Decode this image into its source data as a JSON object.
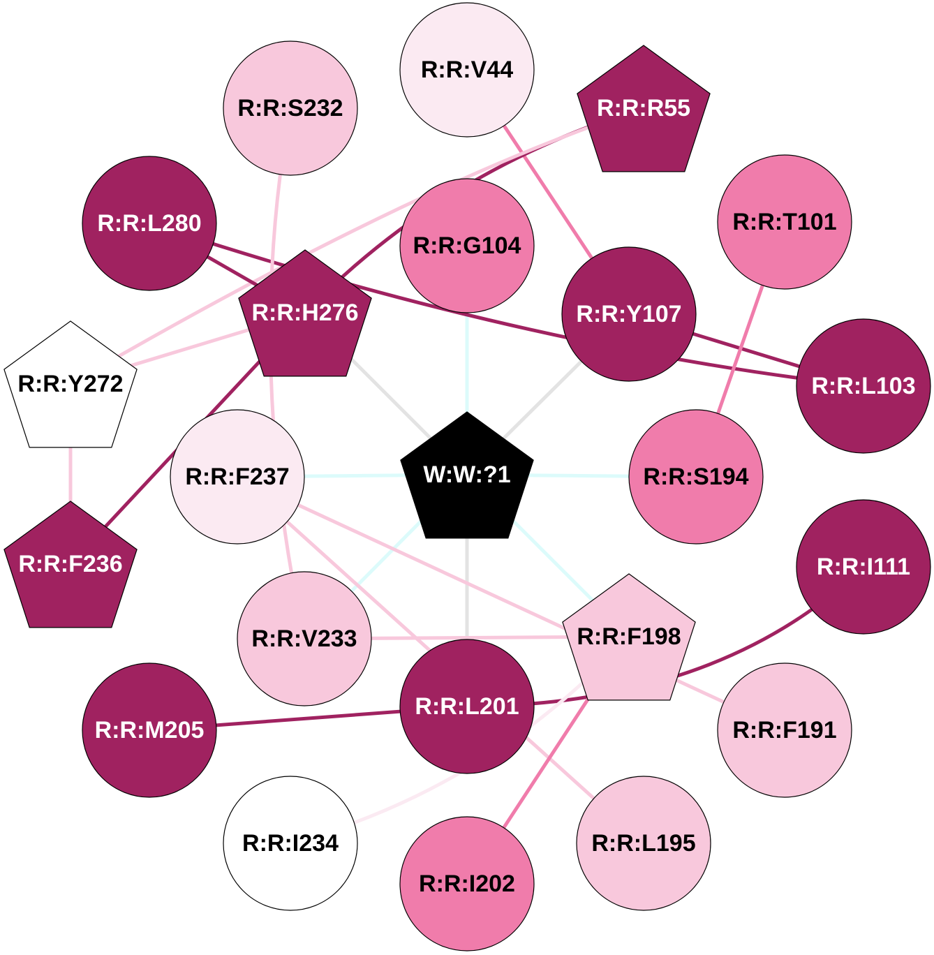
{
  "colors": {
    "dark": "#a02260",
    "medium": "#f07cab",
    "light": "#f8c8dc",
    "pale": "#fbeaf2",
    "white": "#ffffff",
    "black": "#000000",
    "gray": "#e3e3e3",
    "cyan": "#dcfbfb"
  },
  "nodes": [
    {
      "id": "W:W:?1",
      "shape": "pentagon",
      "fill": "black",
      "text": "white"
    },
    {
      "id": "R:R:V44",
      "shape": "circle",
      "fill": "pale",
      "text": "black"
    },
    {
      "id": "R:R:R55",
      "shape": "pentagon",
      "fill": "dark",
      "text": "white"
    },
    {
      "id": "R:R:S232",
      "shape": "circle",
      "fill": "light",
      "text": "black"
    },
    {
      "id": "R:R:L280",
      "shape": "circle",
      "fill": "dark",
      "text": "white"
    },
    {
      "id": "R:R:G104",
      "shape": "circle",
      "fill": "medium",
      "text": "black"
    },
    {
      "id": "R:R:T101",
      "shape": "circle",
      "fill": "medium",
      "text": "black"
    },
    {
      "id": "R:R:H276",
      "shape": "pentagon",
      "fill": "dark",
      "text": "white"
    },
    {
      "id": "R:R:Y107",
      "shape": "circle",
      "fill": "dark",
      "text": "white"
    },
    {
      "id": "R:R:Y272",
      "shape": "pentagon",
      "fill": "white",
      "text": "black"
    },
    {
      "id": "R:R:L103",
      "shape": "circle",
      "fill": "dark",
      "text": "white"
    },
    {
      "id": "R:R:F237",
      "shape": "circle",
      "fill": "pale",
      "text": "black"
    },
    {
      "id": "R:R:S194",
      "shape": "circle",
      "fill": "medium",
      "text": "black"
    },
    {
      "id": "R:R:F236",
      "shape": "pentagon",
      "fill": "dark",
      "text": "white"
    },
    {
      "id": "R:R:I111",
      "shape": "circle",
      "fill": "dark",
      "text": "white"
    },
    {
      "id": "R:R:V233",
      "shape": "circle",
      "fill": "light",
      "text": "black"
    },
    {
      "id": "R:R:F198",
      "shape": "pentagon",
      "fill": "light",
      "text": "black"
    },
    {
      "id": "R:R:L201",
      "shape": "circle",
      "fill": "dark",
      "text": "white"
    },
    {
      "id": "R:R:M205",
      "shape": "circle",
      "fill": "dark",
      "text": "white"
    },
    {
      "id": "R:R:F191",
      "shape": "circle",
      "fill": "light",
      "text": "black"
    },
    {
      "id": "R:R:I234",
      "shape": "circle",
      "fill": "white",
      "text": "black"
    },
    {
      "id": "R:R:L195",
      "shape": "circle",
      "fill": "light",
      "text": "black"
    },
    {
      "id": "R:R:I202",
      "shape": "circle",
      "fill": "medium",
      "text": "black"
    }
  ],
  "edges": [
    [
      "W:W:?1",
      "R:R:H276",
      "gray"
    ],
    [
      "W:W:?1",
      "R:R:Y107",
      "gray"
    ],
    [
      "W:W:?1",
      "R:R:L201",
      "gray"
    ],
    [
      "W:W:?1",
      "R:R:G104",
      "cyan"
    ],
    [
      "W:W:?1",
      "R:R:F237",
      "cyan"
    ],
    [
      "W:W:?1",
      "R:R:S194",
      "cyan"
    ],
    [
      "W:W:?1",
      "R:R:V233",
      "cyan"
    ],
    [
      "W:W:?1",
      "R:R:F198",
      "cyan"
    ],
    [
      "R:R:V44",
      "R:R:Y107",
      "medium"
    ],
    [
      "R:R:R55",
      "R:R:H276",
      "dark"
    ],
    [
      "R:R:R55",
      "R:R:Y272",
      "light"
    ],
    [
      "R:R:L280",
      "R:R:L103",
      "dark"
    ],
    [
      "R:R:L280",
      "R:R:H276",
      "dark"
    ],
    [
      "R:R:Y272",
      "R:R:H276",
      "light"
    ],
    [
      "R:R:Y272",
      "R:R:F236",
      "light"
    ],
    [
      "R:R:H276",
      "R:R:F236",
      "dark"
    ],
    [
      "R:R:S232",
      "R:R:V233",
      "light"
    ],
    [
      "R:R:Y107",
      "R:R:L103",
      "dark"
    ],
    [
      "R:R:T101",
      "R:R:S194",
      "medium"
    ],
    [
      "R:R:F237",
      "R:R:F191",
      "light"
    ],
    [
      "R:R:F237",
      "R:R:L195",
      "light"
    ],
    [
      "R:R:V233",
      "R:R:F198",
      "light"
    ],
    [
      "R:R:M205",
      "R:R:L201",
      "dark"
    ],
    [
      "R:R:L201",
      "R:R:I111",
      "dark"
    ],
    [
      "R:R:F198",
      "R:R:I202",
      "medium"
    ],
    [
      "R:R:I234",
      "R:R:F198",
      "pale"
    ]
  ]
}
